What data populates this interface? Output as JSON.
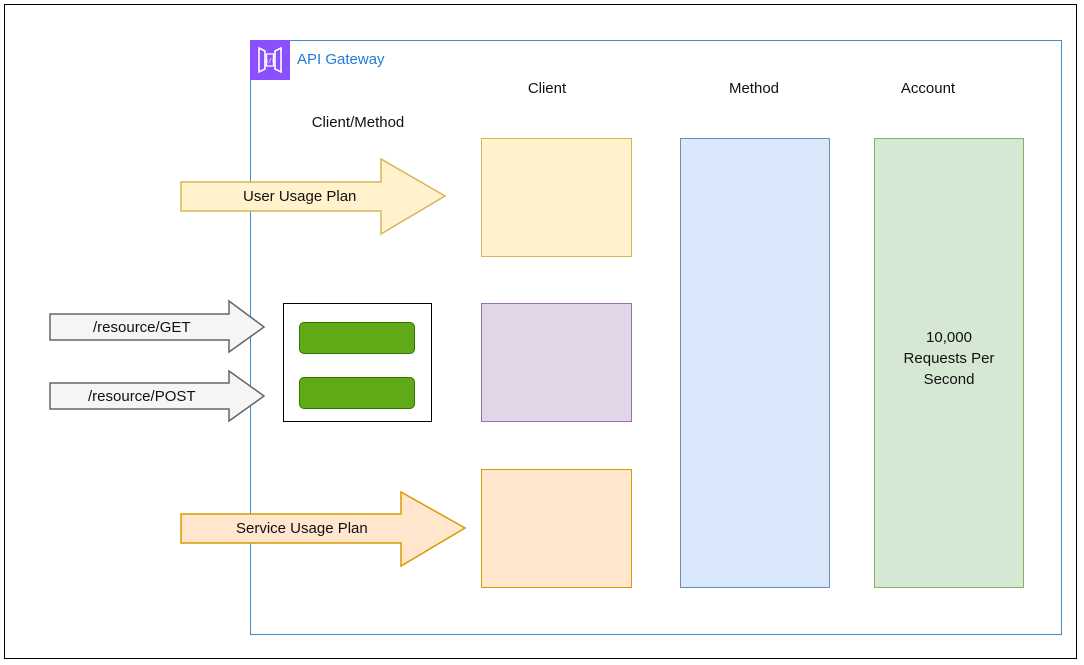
{
  "diagram": {
    "gateway_title": "API Gateway",
    "columns": {
      "client_method": "Client/Method",
      "client": "Client",
      "method": "Method",
      "account": "Account"
    },
    "arrows": {
      "user_usage_plan": "User Usage Plan",
      "resource_get": "/resource/GET",
      "resource_post": "/resource/POST",
      "service_usage_plan": "Service Usage Plan"
    },
    "account_limit": {
      "line1": "10,000",
      "line2": "Requests Per",
      "line3": "Second"
    },
    "colors": {
      "gateway_border": "#3d8fd1",
      "gateway_logo": "#8c4fff",
      "user_plan_fill": "#fff2cc",
      "user_plan_stroke": "#d6b656",
      "service_plan_fill": "#ffe6cc",
      "service_plan_stroke": "#d79b00",
      "resource_fill": "#f5f5f5",
      "resource_stroke": "#666666",
      "client_purple_fill": "#e1d5e7",
      "client_purple_stroke": "#9673a6",
      "method_fill": "#dae8fc",
      "method_stroke": "#6c8ebf",
      "account_fill": "#d5e8d4",
      "account_stroke": "#82b366",
      "method_bar_fill": "#60a917"
    },
    "icons": {
      "gateway": "api-gateway-icon"
    }
  }
}
